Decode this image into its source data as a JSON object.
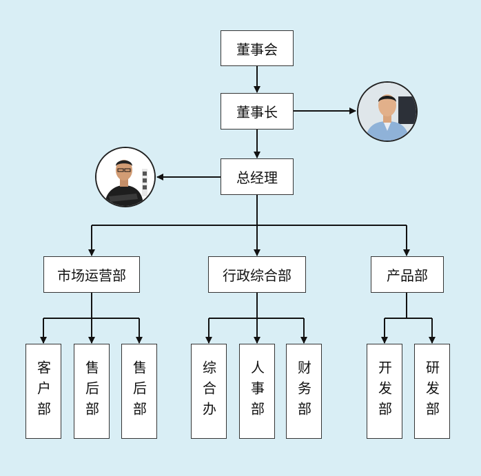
{
  "nodes": {
    "board": "董事会",
    "chairman": "董事长",
    "gm": "总经理",
    "dept_market": "市场运营部",
    "dept_admin": "行政综合部",
    "dept_product": "产品部",
    "sub_customer": "客户部",
    "sub_aftersales_1": "售后部",
    "sub_aftersales_2": "售后部",
    "sub_office": "综合办",
    "sub_hr": "人事部",
    "sub_finance": "财务部",
    "sub_develop": "开发部",
    "sub_research": "研发部"
  },
  "colors": {
    "background": "#d9eef5",
    "line": "#111111"
  }
}
